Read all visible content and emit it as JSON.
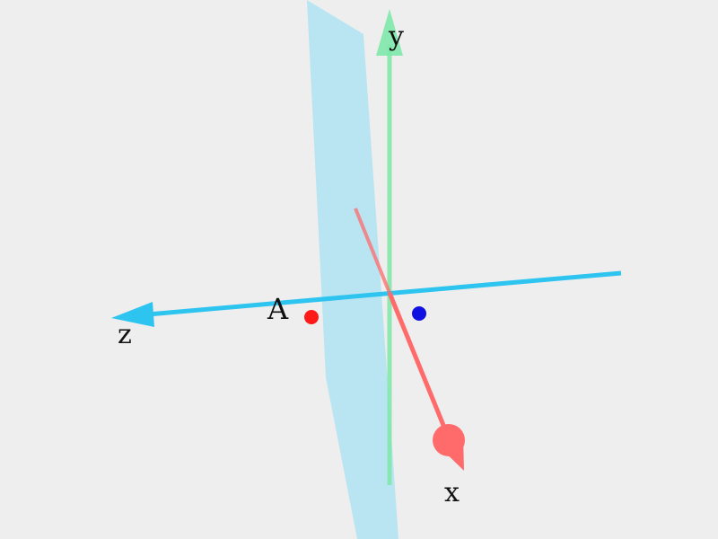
{
  "axes": {
    "x": {
      "label": "x",
      "color": "#ff6b6b"
    },
    "y": {
      "label": "y",
      "color": "#7ee8a8"
    },
    "z": {
      "label": "z",
      "color": "#2ec4f0"
    }
  },
  "plane": {
    "color": "#b3e3f2"
  },
  "points": [
    {
      "label": "A",
      "color": "#ff1a1a"
    },
    {
      "label": "",
      "color": "#1010e0"
    }
  ]
}
